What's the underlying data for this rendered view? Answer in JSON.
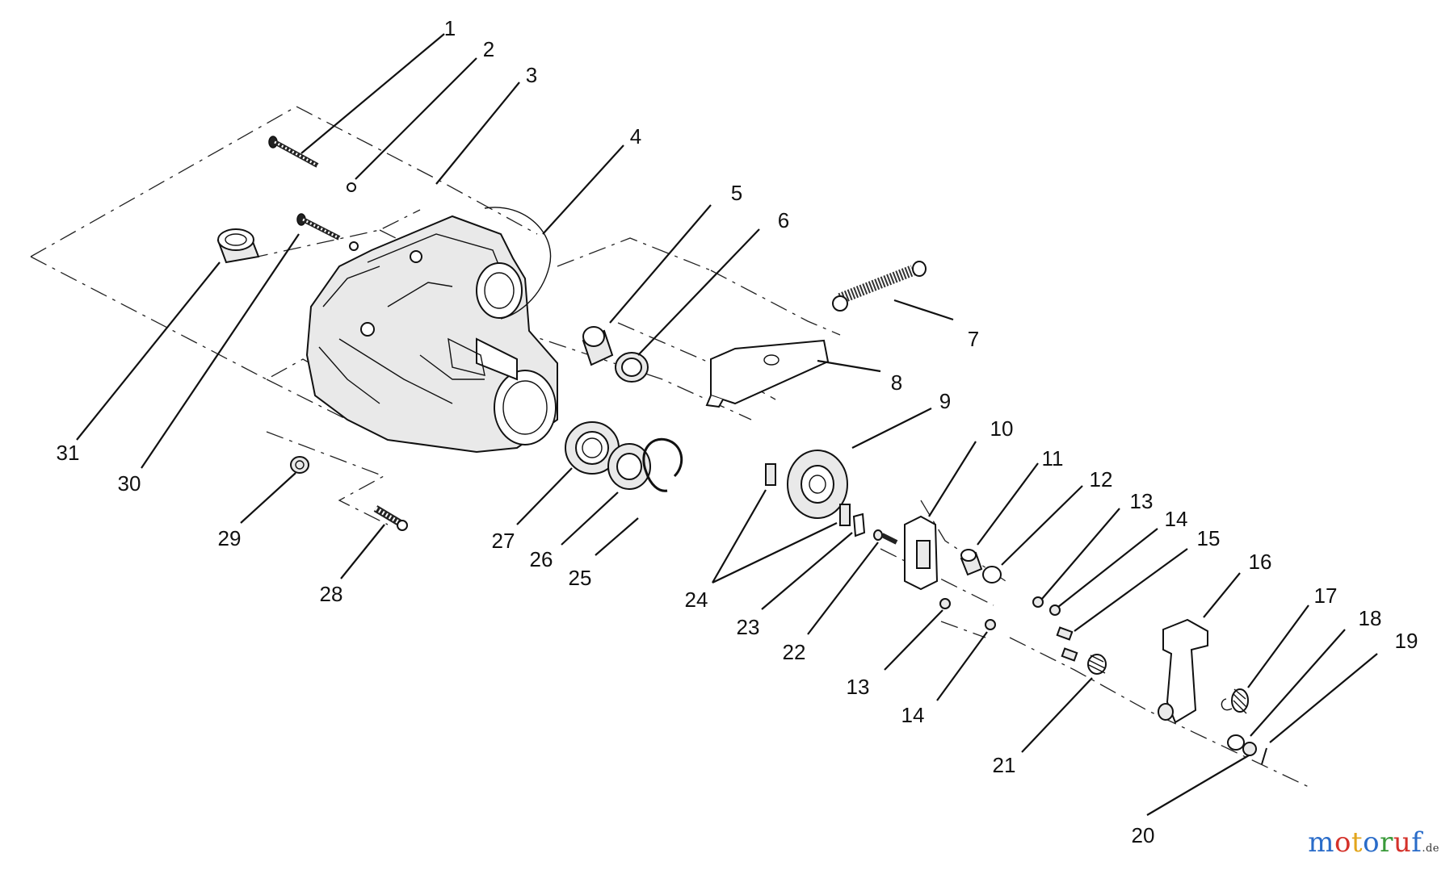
{
  "callouts": [
    {
      "number": "1",
      "name": "callout-1"
    },
    {
      "number": "2",
      "name": "callout-2"
    },
    {
      "number": "3",
      "name": "callout-3"
    },
    {
      "number": "4",
      "name": "callout-4"
    },
    {
      "number": "5",
      "name": "callout-5"
    },
    {
      "number": "6",
      "name": "callout-6"
    },
    {
      "number": "7",
      "name": "callout-7"
    },
    {
      "number": "8",
      "name": "callout-8"
    },
    {
      "number": "9",
      "name": "callout-9"
    },
    {
      "number": "10",
      "name": "callout-10"
    },
    {
      "number": "11",
      "name": "callout-11"
    },
    {
      "number": "12",
      "name": "callout-12"
    },
    {
      "number": "13",
      "name": "callout-13-upper"
    },
    {
      "number": "14",
      "name": "callout-14-upper"
    },
    {
      "number": "15",
      "name": "callout-15"
    },
    {
      "number": "16",
      "name": "callout-16"
    },
    {
      "number": "17",
      "name": "callout-17"
    },
    {
      "number": "18",
      "name": "callout-18"
    },
    {
      "number": "19",
      "name": "callout-19"
    },
    {
      "number": "20",
      "name": "callout-20"
    },
    {
      "number": "21",
      "name": "callout-21"
    },
    {
      "number": "22",
      "name": "callout-22"
    },
    {
      "number": "23",
      "name": "callout-23"
    },
    {
      "number": "24",
      "name": "callout-24"
    },
    {
      "number": "25",
      "name": "callout-25"
    },
    {
      "number": "26",
      "name": "callout-26"
    },
    {
      "number": "27",
      "name": "callout-27"
    },
    {
      "number": "28",
      "name": "callout-28"
    },
    {
      "number": "29",
      "name": "callout-29"
    },
    {
      "number": "30",
      "name": "callout-30"
    },
    {
      "number": "31",
      "name": "callout-31"
    },
    {
      "number": "13",
      "name": "callout-13-lower"
    },
    {
      "number": "14",
      "name": "callout-14-lower"
    }
  ],
  "watermark": {
    "letters": [
      "m",
      "o",
      "t",
      "o",
      "r",
      "u",
      "f"
    ],
    "letter_colors": [
      "#2a6cc9",
      "#d4312a",
      "#e2a51c",
      "#2a6cc9",
      "#3a9a3a",
      "#d4312a",
      "#2a6cc9"
    ],
    "suffix": ".de"
  }
}
